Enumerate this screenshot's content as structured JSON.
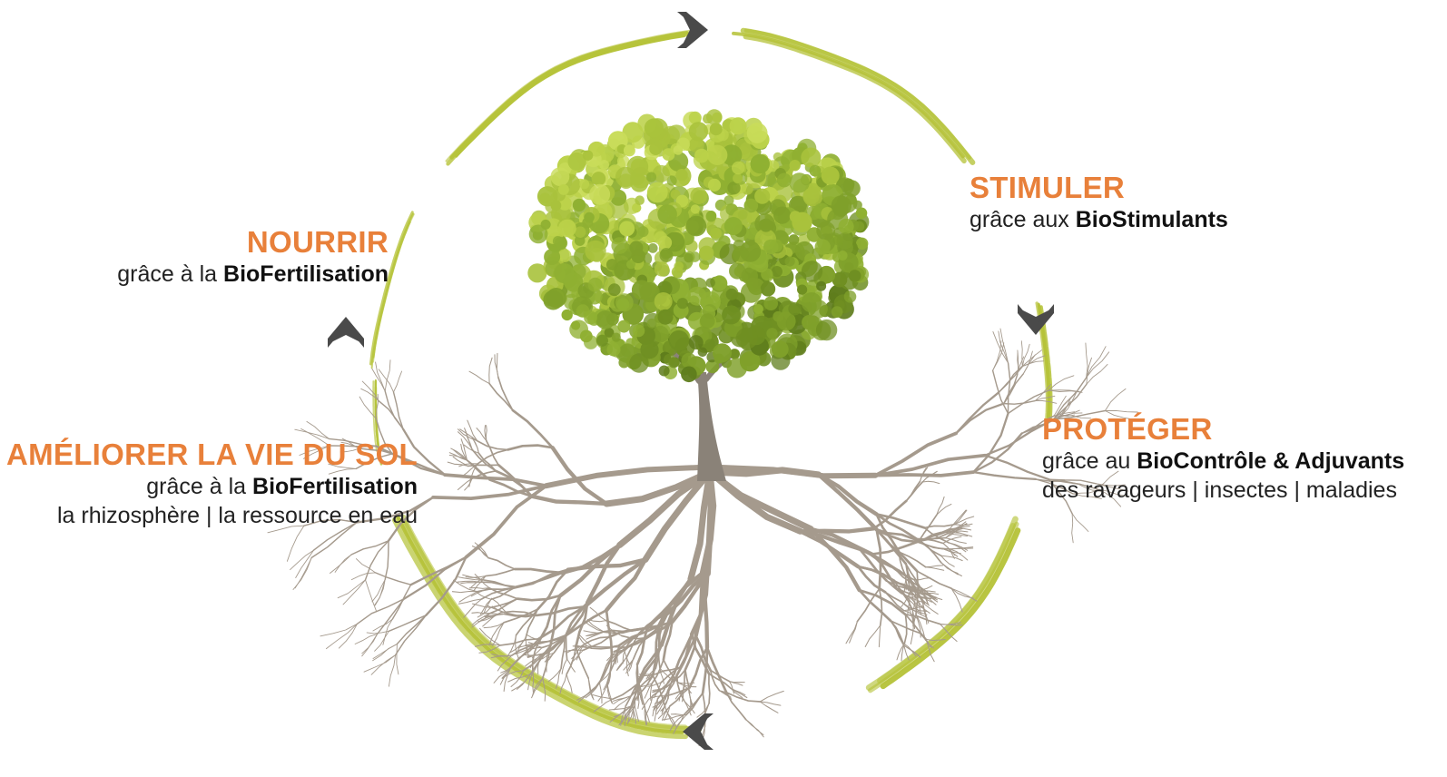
{
  "colors": {
    "accent_orange": "#e8803a",
    "ring_green": "#b6c33a",
    "chevron_gray": "#4a4a4a",
    "foliage_dark": "#6f8f22",
    "foliage_light": "#a9c23c",
    "trunk": "#8a8278",
    "roots": "#a59a8d"
  },
  "icons": {
    "chevron_top": "chevron-right-icon",
    "chevron_right": "chevron-down-icon",
    "chevron_bottom": "chevron-left-icon",
    "chevron_left": "chevron-up-icon"
  },
  "stages": {
    "nourrir": {
      "title": "NOURRIR",
      "prefix": "grâce à la ",
      "bold": "BioFertilisation"
    },
    "stimuler": {
      "title": "STIMULER",
      "prefix": "grâce aux ",
      "bold": "BioStimulants"
    },
    "proteger": {
      "title": "PROTÉGER",
      "prefix": "grâce au ",
      "bold": "BioContrôle & Adjuvants",
      "extra": "des ravageurs | insectes | maladies"
    },
    "ameliorer": {
      "title": "AMÉLIORER LA VIE DU SOL",
      "prefix": "grâce à la ",
      "bold": "BioFertilisation",
      "extra": "la rhizosphère | la ressource en eau"
    }
  }
}
